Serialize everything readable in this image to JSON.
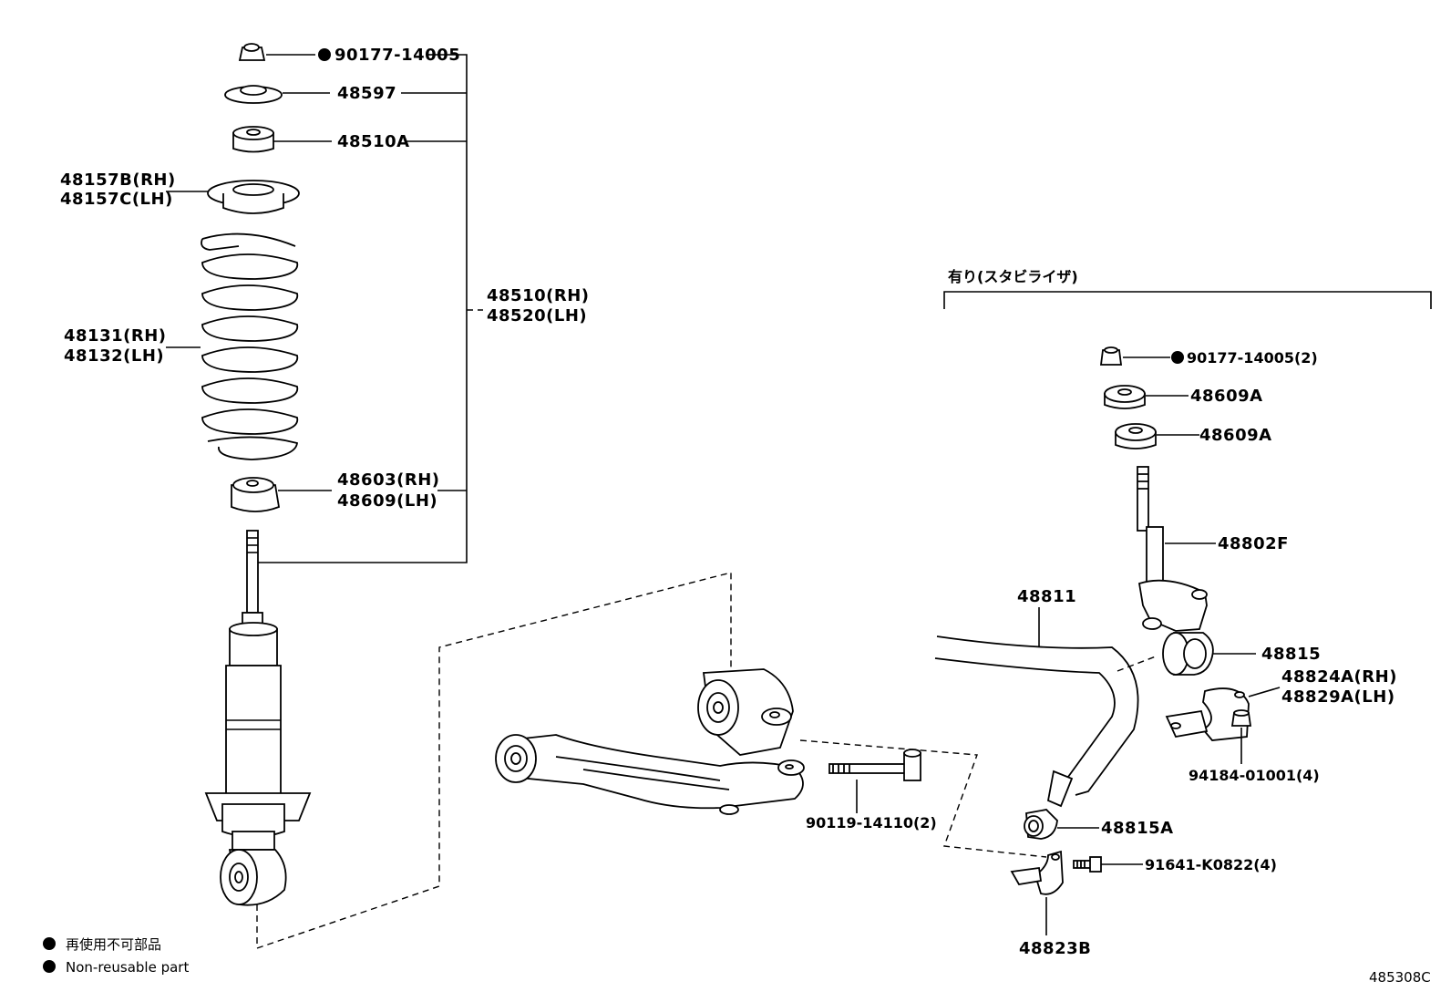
{
  "diagram_id": "485308C",
  "group_label": "有り(スタビライザ)",
  "legend": {
    "jp": "再使用不可部品",
    "en": "Non-reusable part"
  },
  "parts": {
    "nut_top": "90177-14005",
    "washer_top": "48597",
    "bushing_upper": "48510A",
    "spring_seat_rh": "48157B(RH)",
    "spring_seat_lh": "48157C(LH)",
    "spring_rh": "48131(RH)",
    "spring_lh": "48132(LH)",
    "shock_rh": "48510(RH)",
    "shock_lh": "48520(LH)",
    "bumper_rh": "48603(RH)",
    "bumper_lh": "48609(LH)",
    "stab_nut": "90177-14005(2)",
    "stab_cushion_1": "48609A",
    "stab_cushion_2": "48609A",
    "stab_link": "48802F",
    "stab_bar": "48811",
    "stab_bushing": "48815",
    "bracket_rh": "48824A(RH)",
    "bracket_lh": "48829A(LH)",
    "bracket_nut": "94184-01001(4)",
    "arm_bolt": "90119-14110(2)",
    "bar_bushing": "48815A",
    "bracket_bolt": "91641-K0822(4)",
    "bar_bracket": "48823B"
  }
}
